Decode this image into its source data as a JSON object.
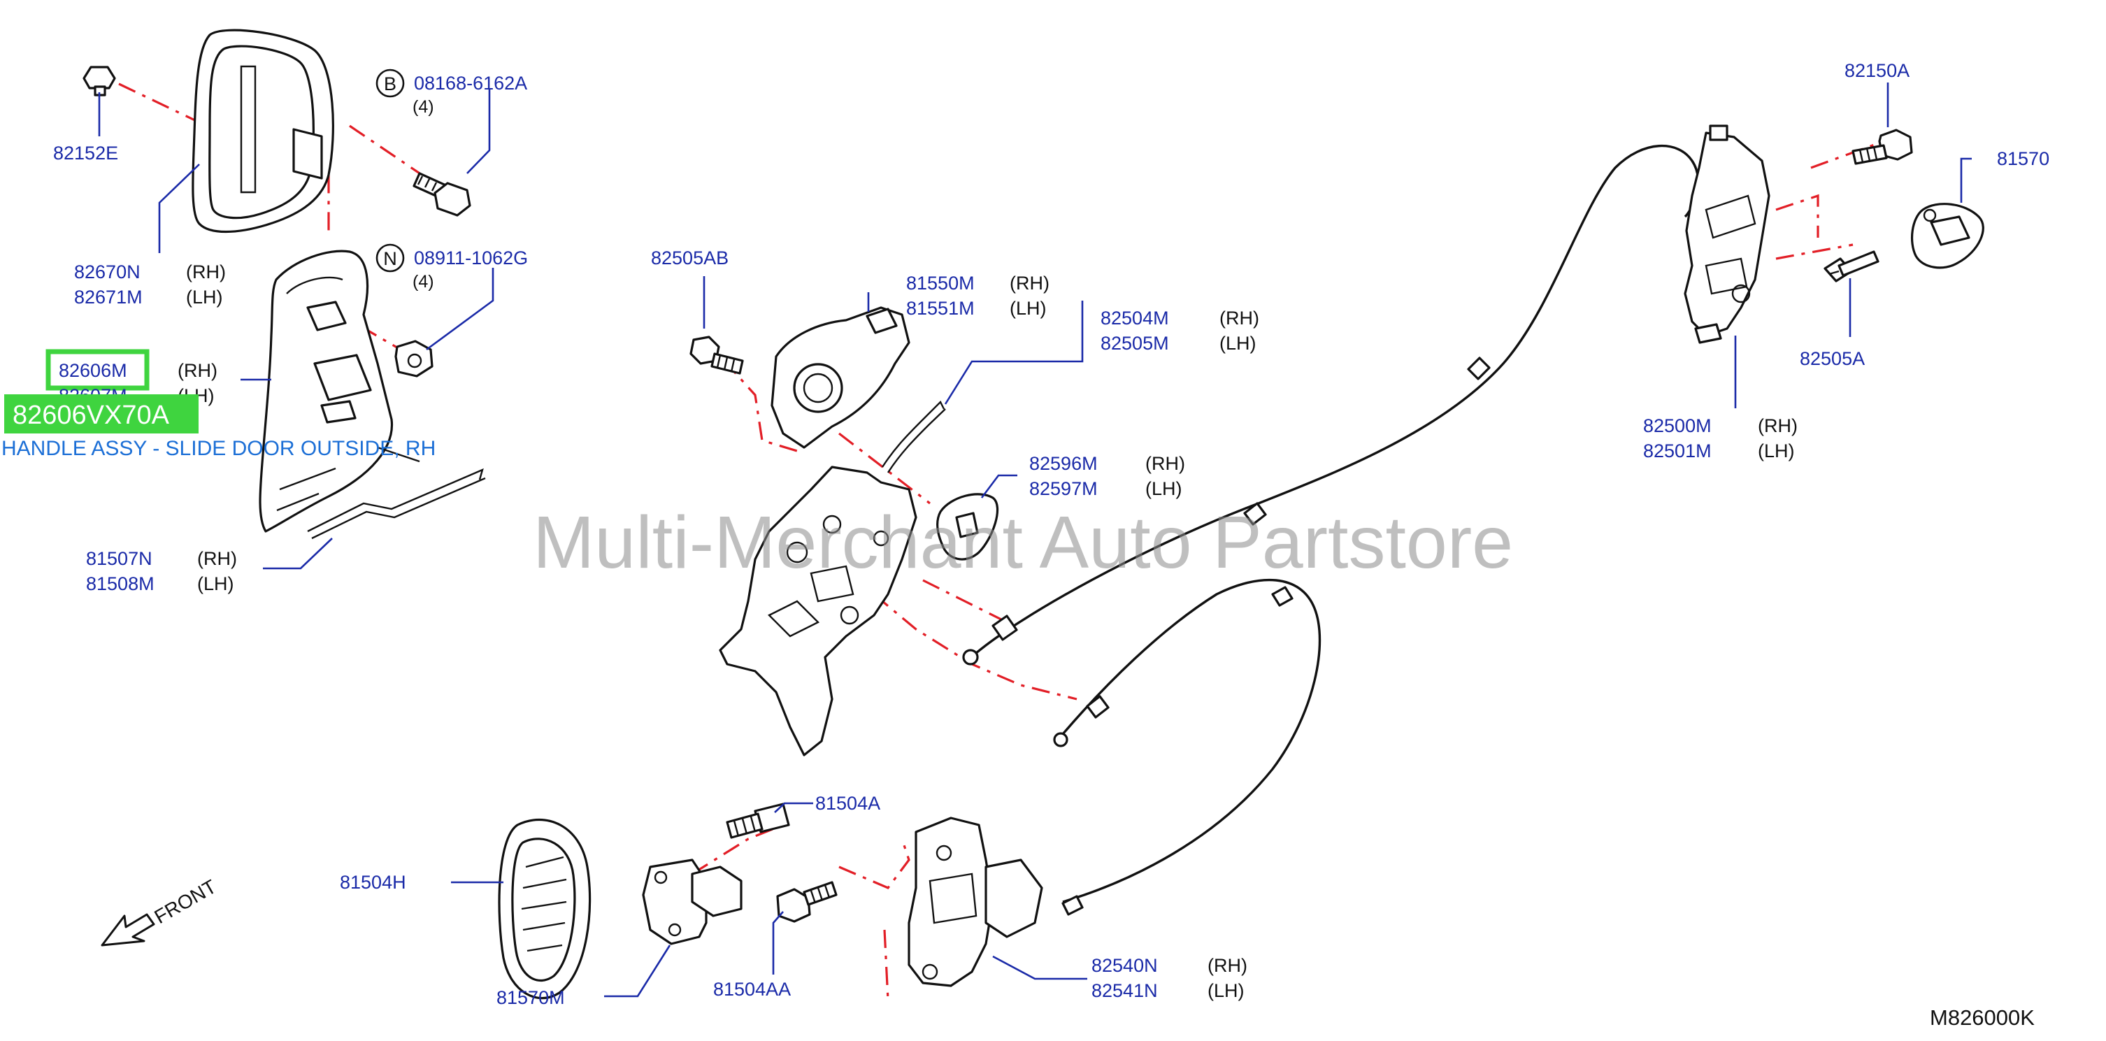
{
  "watermark": "Multi-Merchant Auto Partstore",
  "figure_code": "M826000K",
  "front_label": "FRONT",
  "highlight": {
    "part_number": "82606VX70A",
    "description": "HANDLE ASSY - SLIDE DOOR OUTSIDE, RH"
  },
  "callouts": [
    {
      "id": "82152E",
      "parts": [
        "82152E"
      ]
    },
    {
      "id": "08168-6162A",
      "symbol": "B",
      "parts": [
        "08168-6162A"
      ],
      "count": "(4)"
    },
    {
      "id": "82670N",
      "parts": [
        "82670N",
        "82671M"
      ],
      "sides": [
        "(RH)",
        "(LH)"
      ]
    },
    {
      "id": "08911-1062G",
      "symbol": "N",
      "parts": [
        "08911-1062G"
      ],
      "count": "(4)"
    },
    {
      "id": "82606M",
      "parts": [
        "82606M",
        "82607M"
      ],
      "sides": [
        "(RH)",
        "(LH)"
      ]
    },
    {
      "id": "81507N",
      "parts": [
        "81507N",
        "81508M"
      ],
      "sides": [
        "(RH)",
        "(LH)"
      ]
    },
    {
      "id": "82505AB",
      "parts": [
        "82505AB"
      ]
    },
    {
      "id": "81550M",
      "parts": [
        "81550M",
        "81551M"
      ],
      "sides": [
        "(RH)",
        "(LH)"
      ]
    },
    {
      "id": "82504M",
      "parts": [
        "82504M",
        "82505M"
      ],
      "sides": [
        "(RH)",
        "(LH)"
      ]
    },
    {
      "id": "82596M",
      "parts": [
        "82596M",
        "82597M"
      ],
      "sides": [
        "(RH)",
        "(LH)"
      ]
    },
    {
      "id": "82150A",
      "parts": [
        "82150A"
      ]
    },
    {
      "id": "81570",
      "parts": [
        "81570"
      ]
    },
    {
      "id": "82505A",
      "parts": [
        "82505A"
      ]
    },
    {
      "id": "82500M",
      "parts": [
        "82500M",
        "82501M"
      ],
      "sides": [
        "(RH)",
        "(LH)"
      ]
    },
    {
      "id": "81504A",
      "parts": [
        "81504A"
      ]
    },
    {
      "id": "81504H",
      "parts": [
        "81504H"
      ]
    },
    {
      "id": "81570M",
      "parts": [
        "81570M"
      ]
    },
    {
      "id": "81504AA",
      "parts": [
        "81504AA"
      ]
    },
    {
      "id": "82540N",
      "parts": [
        "82540N",
        "82541N"
      ],
      "sides": [
        "(RH)",
        "(LH)"
      ]
    }
  ],
  "colors": {
    "label": "#1a2aa8",
    "highlight": "#3fd43f",
    "description": "#1c6fd6",
    "centerline": "#e21e26",
    "watermark": "#8a8a8a"
  }
}
